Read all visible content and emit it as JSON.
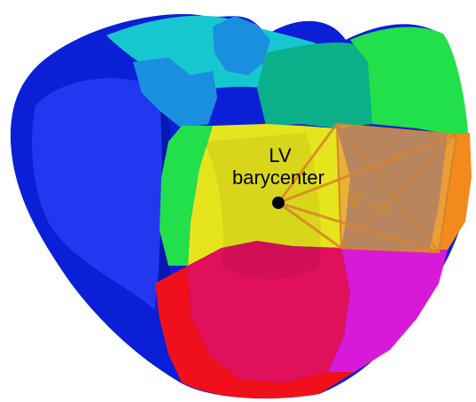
{
  "labels": {
    "lv_line1": "LV",
    "lv_line2": "barycenter",
    "vreg_main": "V",
    "vreg_sub": "reg"
  },
  "colors": {
    "background": "#ffffff",
    "blue": "#0a1fd6",
    "blue_inner": "#2138f0",
    "cyan": "#16c7cf",
    "sky": "#1a8fe0",
    "teal": "#0bb08a",
    "green": "#22e04a",
    "yellow": "#e6e41c",
    "orange": "#f28a1c",
    "crimson": "#e0105a",
    "magenta": "#d81ad8",
    "red": "#f0101c",
    "region_fill": "#e8a43c",
    "region_stroke": "#d9822a",
    "vreg_text": "#c98a30",
    "point": "#000000",
    "label_text": "#000000"
  },
  "icons": {
    "barycenter": "black-dot"
  }
}
